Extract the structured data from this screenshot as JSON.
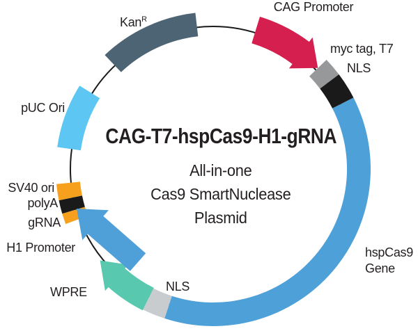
{
  "title": "CAG-T7-hspCas9-H1-gRNA",
  "subtitle": {
    "line1": "All-in-one",
    "line2": "Cas9 SmartNuclease",
    "line3": "Plasmid"
  },
  "labels": {
    "cag_promoter": "CAG Promoter",
    "myc_tag_t7": "myc tag, T7",
    "nls_top": "NLS",
    "hspcas9_line1": "hspCas9",
    "hspcas9_line2": "Gene",
    "nls_bottom": "NLS",
    "wpre": "WPRE",
    "h1_promoter": "H1 Promoter",
    "grna": "gRNA",
    "polya": "polyA",
    "sv40_ori": "SV40 ori",
    "puc_ori": "pUC Ori",
    "kan": "Kan",
    "kan_sup": "R"
  },
  "chart_data": {
    "type": "plasmid-map",
    "plasmid_name": "CAG-T7-hspCas9-H1-gRNA",
    "description": "All-in-one Cas9 SmartNuclease Plasmid",
    "backbone_color": "#1a1a1a",
    "features": [
      {
        "id": "puc-ori",
        "name": "pUC Ori",
        "kind": "arc-block",
        "color": "#5ec6f2",
        "start_deg": 278,
        "end_deg": 302
      },
      {
        "id": "kan-r",
        "name": "KanR",
        "kind": "arc-block",
        "color": "#4d6474",
        "start_deg": 316.5,
        "end_deg": 353.5
      },
      {
        "id": "hspcas9-gene",
        "name": "hspCas9 Gene",
        "kind": "arc-block",
        "color": "#4da0d8",
        "start_deg": 63,
        "end_deg": 198
      },
      {
        "id": "myc-tag-t7",
        "name": "myc tag, T7",
        "kind": "arc-block",
        "color": "#97989a",
        "start_deg": 46,
        "end_deg": 53
      },
      {
        "id": "nls-1",
        "name": "NLS",
        "kind": "arc-block",
        "color": "#1a1a1a",
        "start_deg": 53,
        "end_deg": 63
      },
      {
        "id": "nls-2",
        "name": "NLS",
        "kind": "arc-block",
        "color": "#c9cccf",
        "start_deg": 198,
        "end_deg": 206.5
      },
      {
        "id": "grna",
        "name": "gRNA",
        "kind": "arc-block",
        "color": "#f6a01d",
        "start_deg": 249.5,
        "end_deg": 253.5
      },
      {
        "id": "polya",
        "name": "polyA",
        "kind": "arc-block",
        "color": "#1a1a1a",
        "start_deg": 253.5,
        "end_deg": 258.5
      },
      {
        "id": "sv40-ori",
        "name": "SV40 ori",
        "kind": "arc-block",
        "color": "#f6a01d",
        "start_deg": 258.5,
        "end_deg": 264.5
      },
      {
        "id": "cag-promoter",
        "name": "CAG Promoter",
        "kind": "arc-arrow",
        "color": "#d51f4f",
        "start_deg": 17,
        "end_deg": 46,
        "head_deg": 9,
        "widen": 3,
        "flare": 8,
        "direction": "clockwise"
      },
      {
        "id": "wpre",
        "name": "WPRE",
        "kind": "arc-arrow",
        "color": "#58c8af",
        "start_deg": 206.5,
        "end_deg": 231,
        "head_deg": 9.5,
        "widen": 1,
        "flare": 7,
        "direction": "clockwise"
      },
      {
        "id": "h1-promoter",
        "name": "H1 Promoter",
        "kind": "straight-arrow",
        "color": "#4f9fd8",
        "tail": [
          198,
          377
        ],
        "tip": [
          110,
          300
        ],
        "body_w": 34,
        "head_w": 57,
        "head_l": 36,
        "direction": "clockwise"
      }
    ]
  }
}
